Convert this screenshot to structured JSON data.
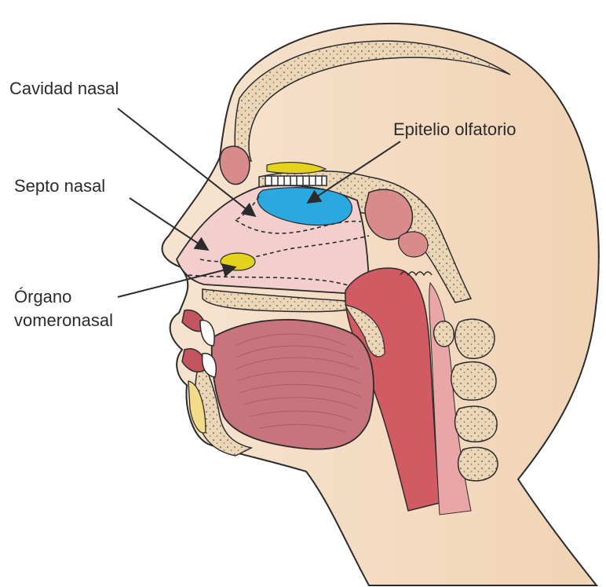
{
  "labels": {
    "nasal_cavity": "Cavidad nasal",
    "olfactory_epithelium": "Epitelio olfatorio",
    "nasal_septum": "Septo nasal",
    "vomeronasal_line1": "Órgano",
    "vomeronasal_line2": "vomeronasal"
  },
  "colors": {
    "skin": "#f3dcc6",
    "skin_dark": "#e9c7a8",
    "bone": "#e8d2b4",
    "cavity": "#f1c9c8",
    "muscle": "#d25a63",
    "tongue": "#c9747c",
    "olfactory_epithelium": "#29a9e0",
    "vomeronasal_organ": "#e4d31c",
    "outline": "#2b2b2b"
  }
}
